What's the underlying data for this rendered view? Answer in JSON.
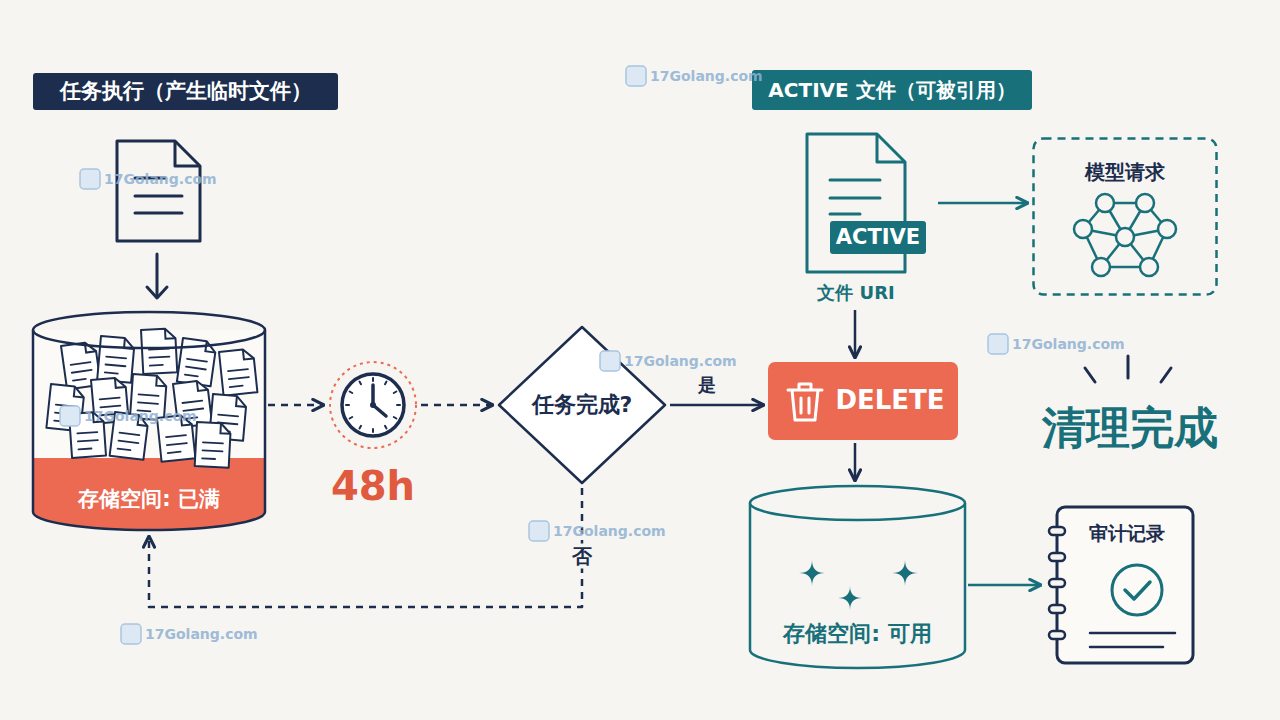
{
  "diagram": {
    "nodes": [
      {
        "text": [
          "任务执行（产生临时文件）"
        ]
      },
      {
        "text": [
          "ACTIVE 文件（可被引用）"
        ]
      },
      {
        "text": [
          "文件 URI"
        ]
      },
      {
        "text": [
          "ACTIVE"
        ],
        "in": 2
      },
      {
        "text": [
          "模型请求"
        ]
      },
      {
        "text": [
          "存储空间: 已满"
        ]
      },
      {
        "text": [
          "48h"
        ]
      },
      {
        "text": [
          "任务完成?"
        ]
      },
      {
        "text": [
          "DELETE"
        ]
      },
      {
        "text": [
          "存储空间: 可用"
        ]
      },
      {
        "text": [
          "审计记录"
        ]
      }
    ],
    "edges": [
      {
        "from": 5,
        "to": 6,
        "arrow": "to"
      },
      {
        "from": 6,
        "to": 7,
        "arrow": "to"
      },
      {
        "from": 7,
        "to": 8,
        "label": "是",
        "arrow": "to"
      },
      {
        "from": 7,
        "to": 5,
        "label": "否",
        "arrow": "to"
      },
      {
        "from": 2,
        "to": 4,
        "arrow": "to"
      },
      {
        "from": 2,
        "to": 8,
        "arrow": "to"
      },
      {
        "from": 8,
        "to": 9,
        "arrow": "to"
      },
      {
        "from": 9,
        "to": 10,
        "arrow": "to"
      }
    ],
    "labels": [
      "清理完成",
      "17Golang.com",
      "17Golang.com",
      "17Golang.com",
      "17Golang.com",
      "17Golang.com",
      "17Golang.com",
      "17Golang.com"
    ]
  }
}
